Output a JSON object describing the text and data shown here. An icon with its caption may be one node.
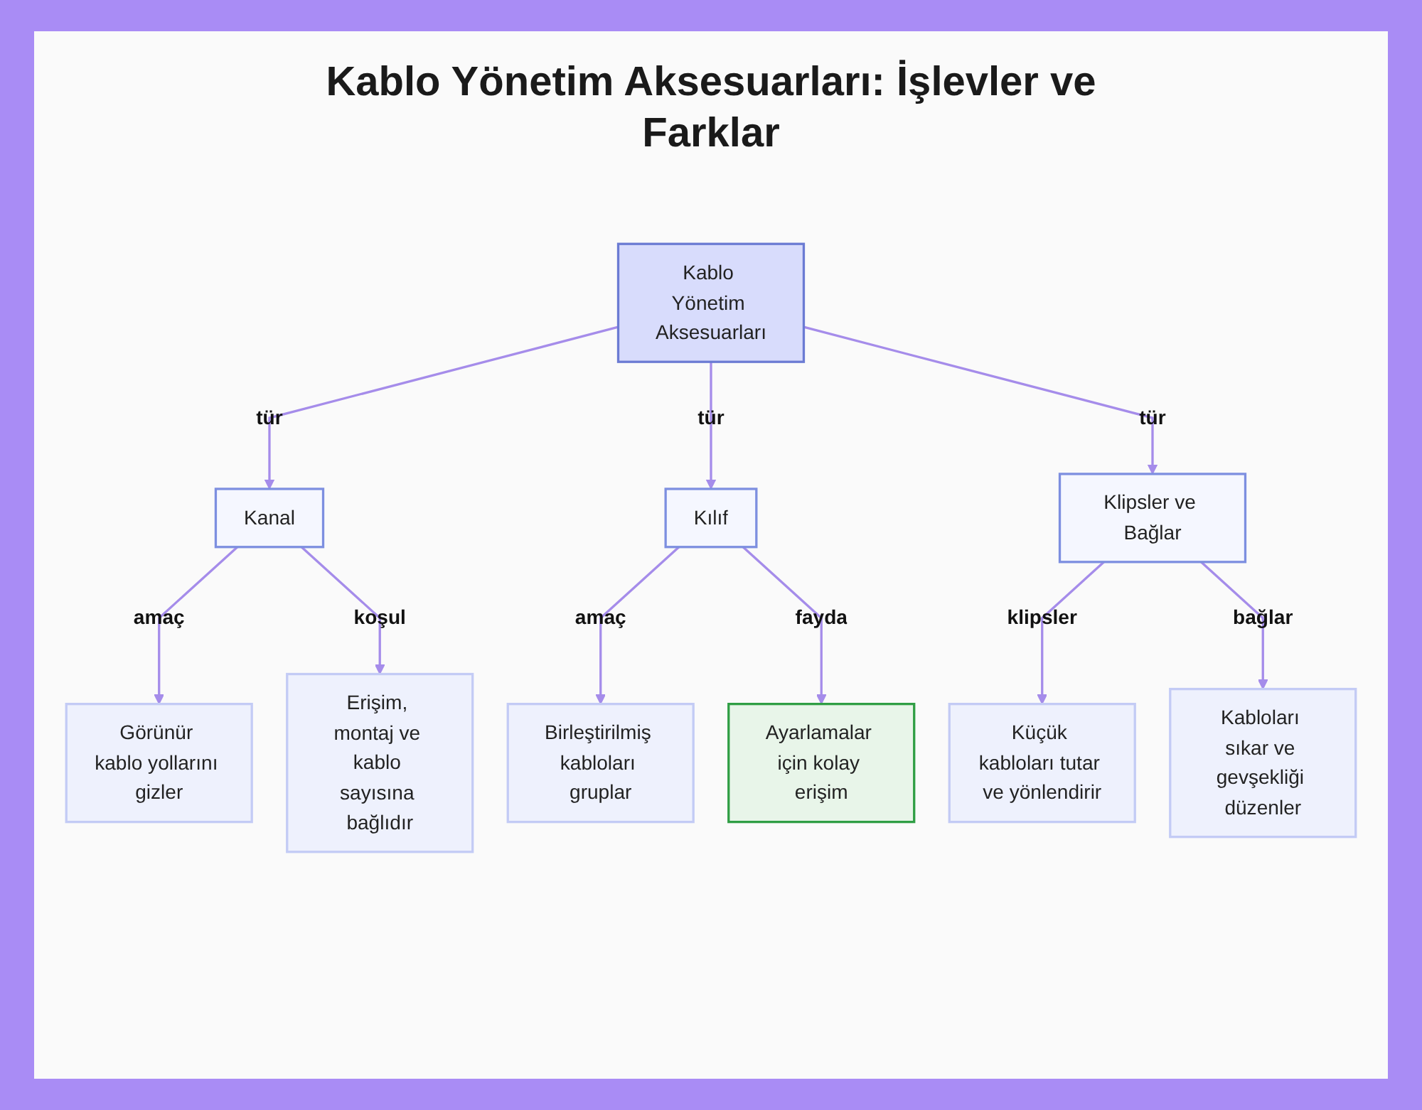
{
  "diagram": {
    "title": "Kablo Yönetim Aksesuarları: İşlevler ve Farklar",
    "nodes": [
      {
        "text": [
          "Kablo Yönetim Aksesuarları"
        ]
      },
      {
        "text": [
          "Kanal"
        ]
      },
      {
        "text": [
          "Kılıf"
        ]
      },
      {
        "text": [
          "Klipsler ve Bağlar"
        ]
      },
      {
        "text": [
          "Görünür kablo yollarını gizler"
        ]
      },
      {
        "text": [
          "Erişim, montaj ve kablo sayısına bağlıdır"
        ]
      },
      {
        "text": [
          "Birleştirilmiş kabloları gruplar"
        ]
      },
      {
        "text": [
          "Ayarlamalar için kolay erişim"
        ]
      },
      {
        "text": [
          "Küçük kabloları tutar ve yönlendirir"
        ]
      },
      {
        "text": [
          "Kabloları sıkar ve gevşekliği düzenler"
        ]
      }
    ],
    "edges": [
      {
        "from": 0,
        "to": 1,
        "arrow": "to",
        "label": "tür"
      },
      {
        "from": 0,
        "to": 2,
        "arrow": "to",
        "label": "tür"
      },
      {
        "from": 0,
        "to": 3,
        "arrow": "to",
        "label": "tür"
      },
      {
        "from": 1,
        "to": 4,
        "arrow": "to",
        "label": "amaç"
      },
      {
        "from": 1,
        "to": 5,
        "arrow": "to",
        "label": "koşul"
      },
      {
        "from": 2,
        "to": 6,
        "arrow": "to",
        "label": "amaç"
      },
      {
        "from": 2,
        "to": 7,
        "arrow": "to",
        "label": "fayda"
      },
      {
        "from": 3,
        "to": 8,
        "arrow": "to",
        "label": "klipsler"
      },
      {
        "from": 3,
        "to": 9,
        "arrow": "to",
        "label": "bağlar"
      }
    ]
  }
}
